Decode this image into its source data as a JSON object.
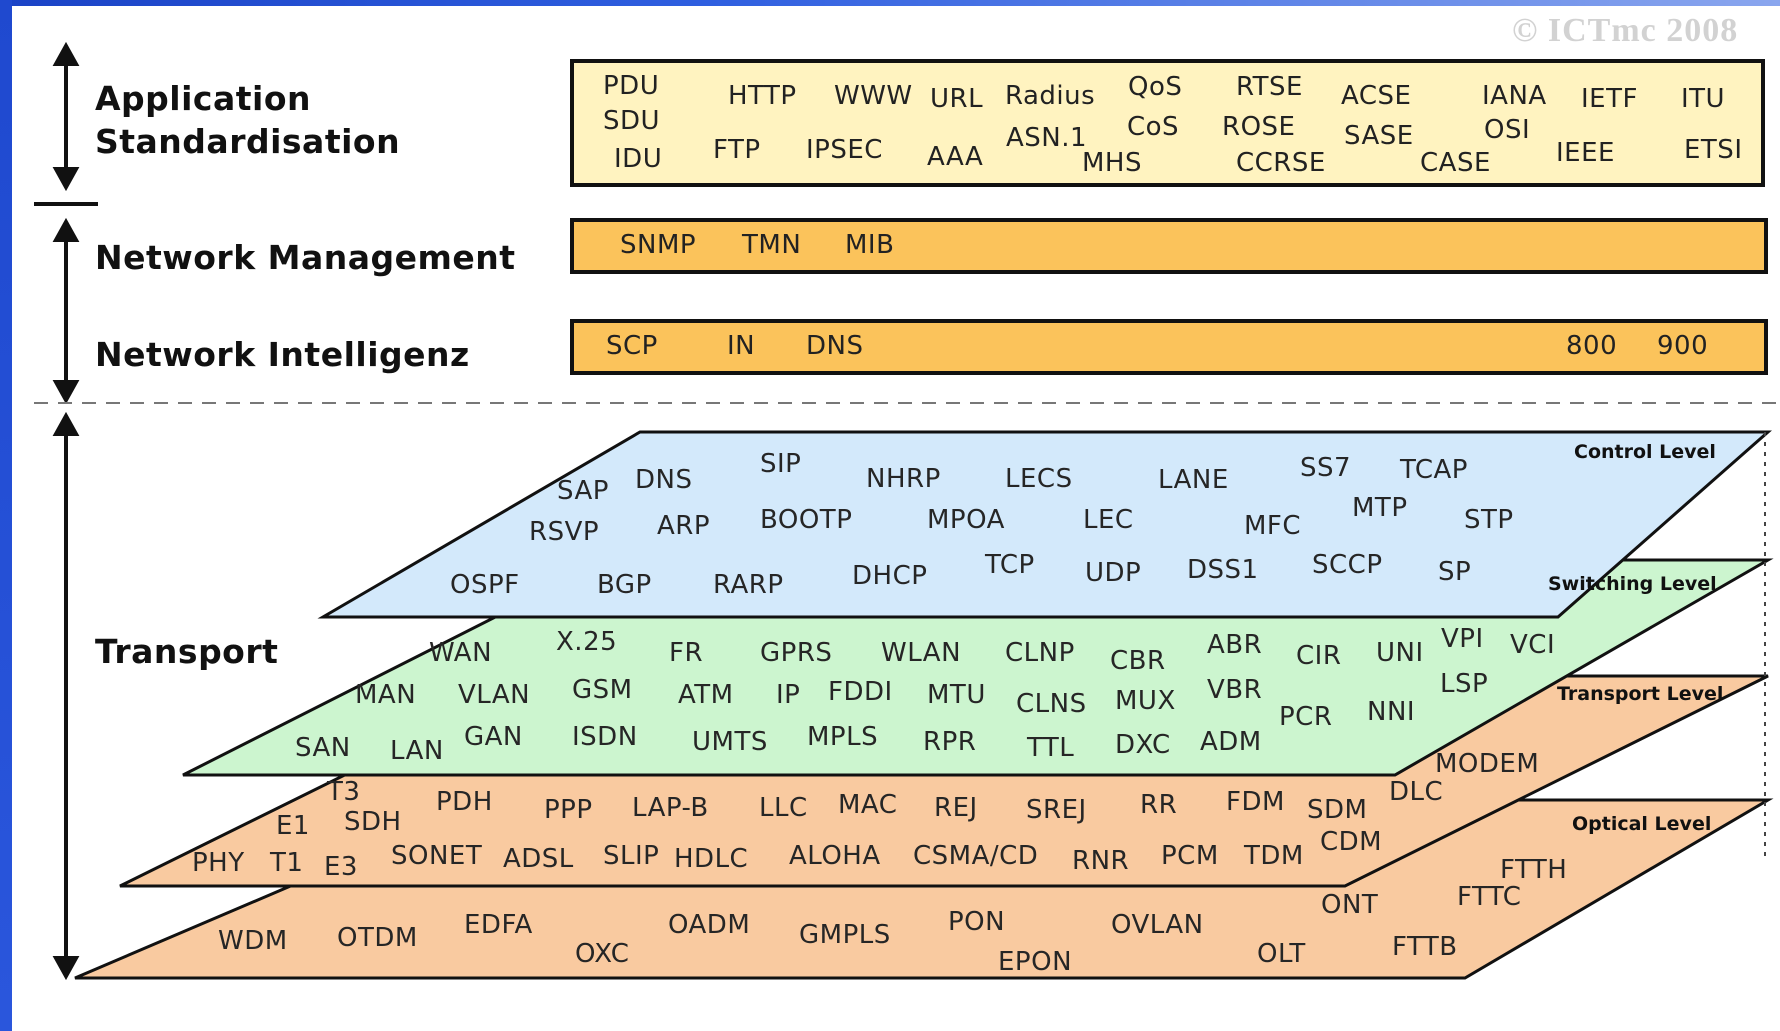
{
  "watermark": "© ICTmc 2008",
  "colors": {
    "control": "#d3e9fb",
    "switching": "#ccf5cf",
    "transport": "#f9caa0",
    "optical": "#f9caa0",
    "app_box": "#fff3c0",
    "orange_box": "#fbc35b",
    "frame": "#2a56dc"
  },
  "categories": {
    "application": [
      "Application",
      "Standardisation"
    ],
    "management": "Network Management",
    "intelligence": "Network Intelligenz",
    "transport": "Transport"
  },
  "application_tokens": [
    "PDU",
    "SDU",
    "IDU",
    "HTTP",
    "FTP",
    "WWW",
    "IPSEC",
    "URL",
    "AAA",
    "Radius",
    "ASN.1",
    "MHS",
    "QoS",
    "CoS",
    "RTSE",
    "ROSE",
    "CCRSE",
    "ACSE",
    "SASE",
    "CASE",
    "IANA",
    "OSI",
    "IEEE",
    "IETF",
    "ITU",
    "ETSI"
  ],
  "management_tokens": [
    "SNMP",
    "TMN",
    "MIB"
  ],
  "intelligence_tokens": [
    "SCP",
    "IN",
    "DNS",
    "800",
    "900"
  ],
  "levels": {
    "control": {
      "label": "Control Level",
      "tokens": [
        "SAP",
        "DNS",
        "SIP",
        "NHRP",
        "LECS",
        "LANE",
        "SS7",
        "TCAP",
        "RSVP",
        "ARP",
        "BOOTP",
        "MPOA",
        "LEC",
        "MFC",
        "MTP",
        "STP",
        "OSPF",
        "BGP",
        "RARP",
        "DHCP",
        "TCP",
        "UDP",
        "DSS1",
        "SCCP",
        "SP"
      ]
    },
    "switching": {
      "label": "Switching Level",
      "tokens": [
        "WAN",
        "X.25",
        "FR",
        "GPRS",
        "WLAN",
        "CLNP",
        "CBR",
        "ABR",
        "CIR",
        "UNI",
        "VPI",
        "VCI",
        "MAN",
        "VLAN",
        "GSM",
        "ATM",
        "IP",
        "FDDI",
        "MTU",
        "CLNS",
        "MUX",
        "VBR",
        "LSP",
        "PCR",
        "NNI",
        "SAN",
        "LAN",
        "GAN",
        "ISDN",
        "UMTS",
        "MPLS",
        "RPR",
        "TTL",
        "DXC",
        "ADM"
      ]
    },
    "transport": {
      "label": "Transport Level",
      "tokens": [
        "MODEM",
        "T3",
        "PDH",
        "PPP",
        "LAP-B",
        "LLC",
        "MAC",
        "REJ",
        "SREJ",
        "RR",
        "FDM",
        "SDM",
        "DLC",
        "E1",
        "SDH",
        "PHY",
        "T1",
        "E3",
        "SONET",
        "ADSL",
        "SLIP",
        "HDLC",
        "ALOHA",
        "CSMA/CD",
        "RNR",
        "PCM",
        "TDM",
        "CDM"
      ]
    },
    "optical": {
      "label": "Optical Level",
      "tokens": [
        "FTTH",
        "ONT",
        "FTTC",
        "WDM",
        "OTDM",
        "EDFA",
        "OADM",
        "GMPLS",
        "PON",
        "OVLAN",
        "OXC",
        "EPON",
        "OLT",
        "FTTB"
      ]
    }
  }
}
